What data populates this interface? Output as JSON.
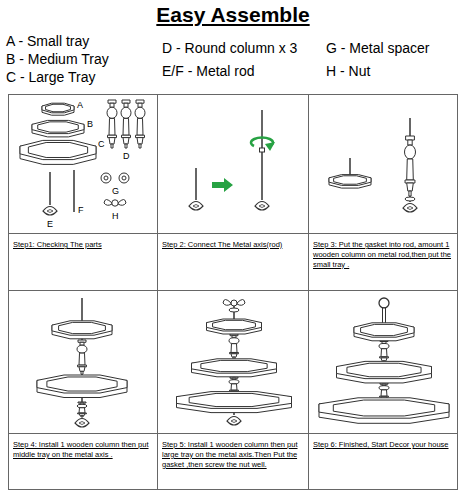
{
  "diagram": {
    "title": "Easy Assemble",
    "nodes": [
      {
        "text": [
          "Step1: Checking The parts"
        ]
      },
      {
        "text": [
          "Step 2: Connect The Metal axis(rod)"
        ]
      },
      {
        "text": [
          "Step 3: Put the gasket into rod, amount 1 wooden column on metal rod,then put the small tray ."
        ]
      },
      {
        "text": [
          "Step 4: Install 1 wooden column then put middle tray on the metal axis ."
        ]
      },
      {
        "text": [
          "Step 5: Install 1 wooden column then put large tray on the metal axis.Then Put the gasket ,then screw the nut well."
        ]
      },
      {
        "text": [
          "Step 6: Finished, Start Decor your house"
        ]
      }
    ],
    "labels": [
      "A - Small tray",
      "B - Medium Tray",
      "C - Large Tray",
      "D - Round column x 3",
      "E/F - Metal rod",
      "G - Metal spacer",
      "H - Nut",
      "A",
      "B",
      "C",
      "D",
      "E",
      "F",
      "G",
      "H"
    ]
  }
}
